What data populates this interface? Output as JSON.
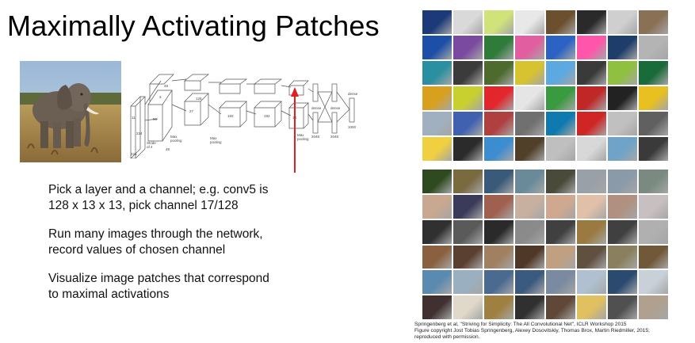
{
  "title": "Maximally Activating Patches",
  "bullets": [
    "Pick a layer and a channel; e.g. conv5 is\n128 x 13 x 13, pick channel 17/128",
    "Run many images through the network,\nrecord values of chosen channel",
    "Visualize image patches that correspond\nto maximal activations"
  ],
  "citation": {
    "line1": "Springenberg et al, \"Striving for Simplicity: The All Convolutional Net\", ICLR Workshop 2015",
    "line2": "Figure copyright Jost Tobias Springenberg, Alexey Dosovitskiy, Thomas Brox, Martin Riedmiller, 2015;",
    "line3": "reproduced with permission."
  },
  "colors": {
    "arrow": "#e02020",
    "diagram": "#555555"
  },
  "network_labels": {
    "pool1": "Max\npooling",
    "pool2": "Max\npooling",
    "pool3": "Max\npooling",
    "dense1": "dense",
    "dense2": "dense",
    "dense3": "dense",
    "stride": "Stride\nof 4",
    "n_224a": "224",
    "n_224b": "224",
    "n_3": "3",
    "n_11": "11",
    "n_48": "48",
    "n_55": "55",
    "n_27": "27",
    "n_128": "128",
    "n_192a": "192",
    "n_192b": "192",
    "n_13": "13",
    "n_2048a": "2048",
    "n_2048b": "2048",
    "n_1000": "1000"
  },
  "patch_grids": {
    "top": [
      "#1c3a7a",
      "#d9d9d9",
      "#cfe37a",
      "#e8e8e8",
      "#6b4f2e",
      "#2a2a2a",
      "#cfcfcf",
      "#8a7055",
      "#1d4fa8",
      "#7a4aa0",
      "#2e7b3a",
      "#e15fa0",
      "#2c62c4",
      "#ff55aa",
      "#1f3d6a",
      "#b4b4b4",
      "#2a8fa0",
      "#3b3b3b",
      "#4d6b2c",
      "#d7c230",
      "#5ca8e0",
      "#3a3a3a",
      "#90c040",
      "#1a6b3a",
      "#d9a020",
      "#c8d030",
      "#e3262b",
      "#e5e5e5",
      "#3a9a40",
      "#c02828",
      "#222222",
      "#e8c020",
      "#a0b0c0",
      "#4060b0",
      "#b04040",
      "#707070",
      "#0f7ab0",
      "#d02525",
      "#c0c0c0",
      "#606060",
      "#f0d040",
      "#2b2b2b",
      "#3c8cd0",
      "#50402a",
      "#bfbfbf",
      "#d8d8d8",
      "#6fa4c8",
      "#3a3a3a"
    ],
    "bottom": [
      "#2f4a20",
      "#7a6a40",
      "#3a5a7a",
      "#6a8a9a",
      "#4a4a3a",
      "#9aa0a8",
      "#8a9aa8",
      "#7a8a80",
      "#c8a890",
      "#3a3a5a",
      "#a06050",
      "#c8b0a0",
      "#d0a890",
      "#e0c0a8",
      "#b09080",
      "#c8c0c0",
      "#303030",
      "#5a5a5a",
      "#2a2a2a",
      "#8a8a8a",
      "#404040",
      "#9a7a40",
      "#404040",
      "#b0b0b0",
      "#8a6040",
      "#5a4030",
      "#a08060",
      "#503828",
      "#c0a080",
      "#605040",
      "#8a8060",
      "#705838",
      "#5a8ab0",
      "#9ab0c0",
      "#4a6a90",
      "#3a5a80",
      "#7a8aa0",
      "#b0c0d0",
      "#2a4a70",
      "#c8d0d8",
      "#403030",
      "#e0d8c8",
      "#a08040",
      "#303030",
      "#604838",
      "#e0c060",
      "#505050",
      "#b0a090"
    ]
  }
}
